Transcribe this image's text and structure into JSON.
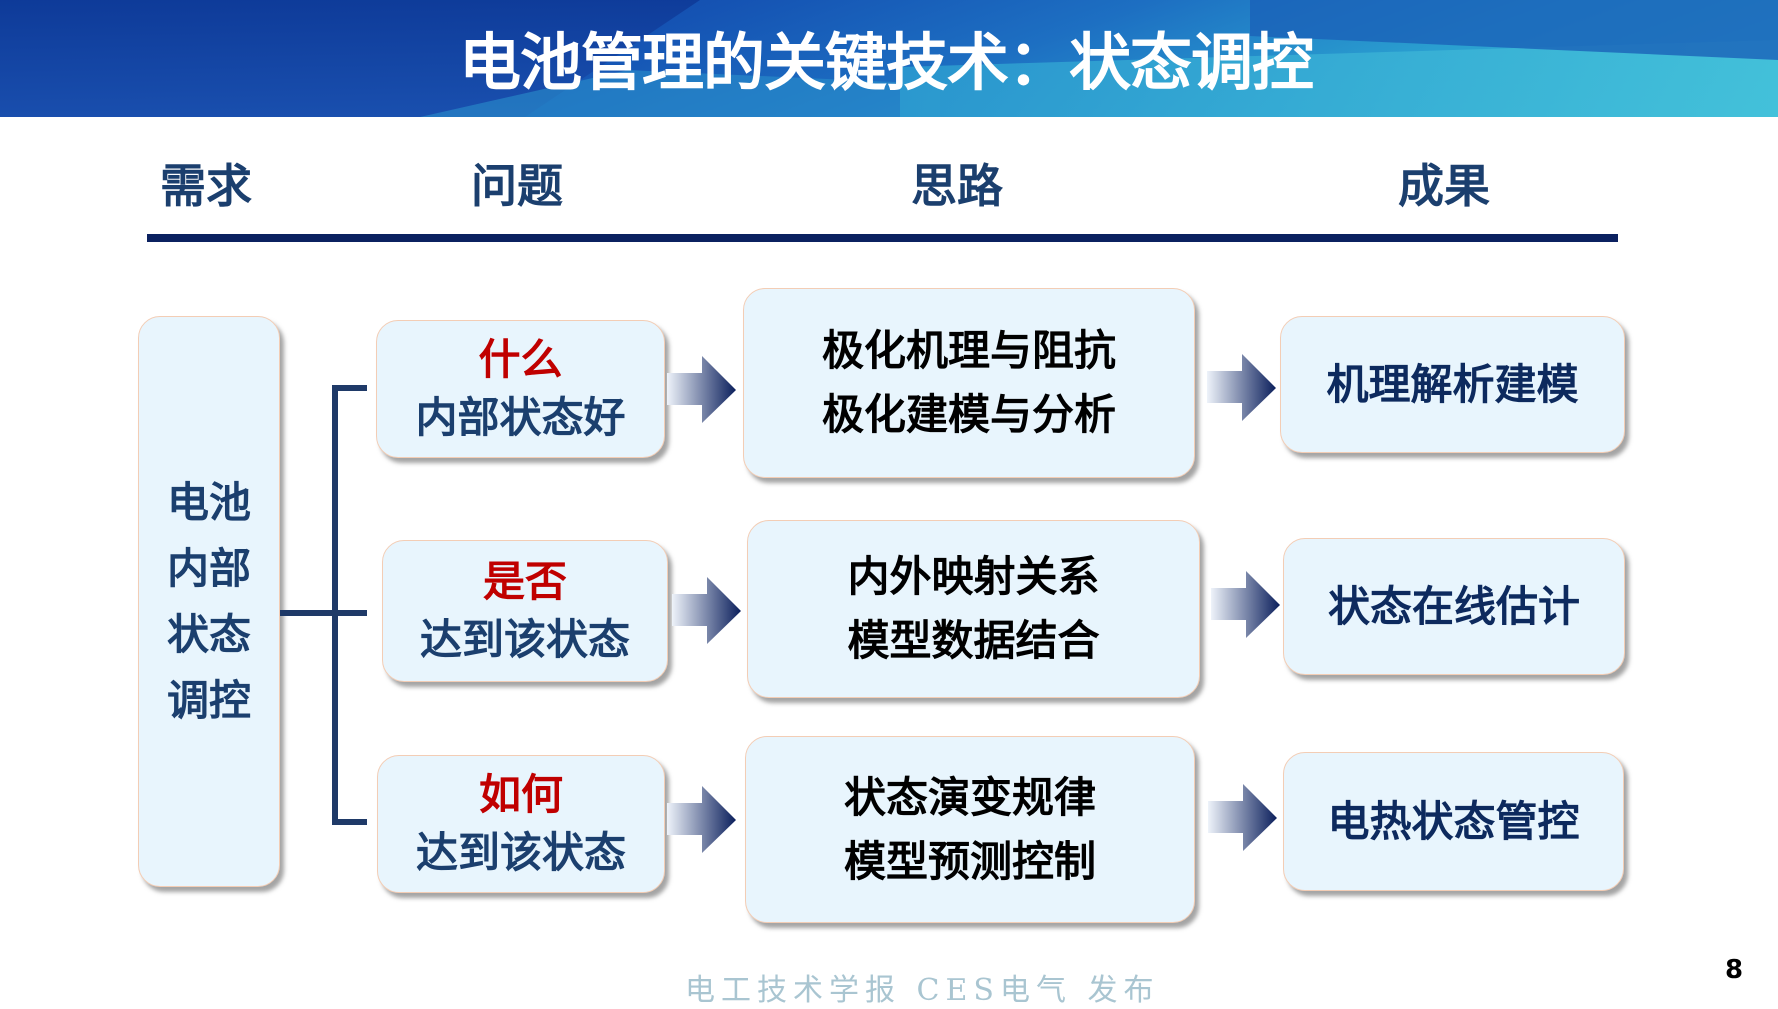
{
  "slide": {
    "title": "电池管理的关键技术：状态调控",
    "page_number": "8",
    "watermark": "电工技术学报 CES电气 发布"
  },
  "columns": {
    "need": "需求",
    "problem": "问题",
    "approach": "思路",
    "result": "成果"
  },
  "need_box": {
    "lines": [
      "电池",
      "内部",
      "状态",
      "调控"
    ]
  },
  "rows": [
    {
      "problem": {
        "question": "什么",
        "text": "内部状态好"
      },
      "approach": {
        "line1": "极化机理与阻抗",
        "line2": "极化建模与分析"
      },
      "result": "机理解析建模"
    },
    {
      "problem": {
        "question": "是否",
        "text": "达到该状态"
      },
      "approach": {
        "line1": "内外映射关系",
        "line2": "模型数据结合"
      },
      "result": "状态在线估计"
    },
    {
      "problem": {
        "question": "如何",
        "text": "达到该状态"
      },
      "approach": {
        "line1": "状态演变规律",
        "line2": "模型预测控制"
      },
      "result": "电热状态管控"
    }
  ],
  "colors": {
    "banner_dark": "#0d3d9e",
    "banner_light": "#3fbcd8",
    "header_text": "#1b3f6e",
    "divider": "#0b2160",
    "question_red": "#c00000",
    "box_fill": "#e8f5fd",
    "box_border": "#f3cdb5",
    "arrow_navy": "#0b1f5c"
  }
}
